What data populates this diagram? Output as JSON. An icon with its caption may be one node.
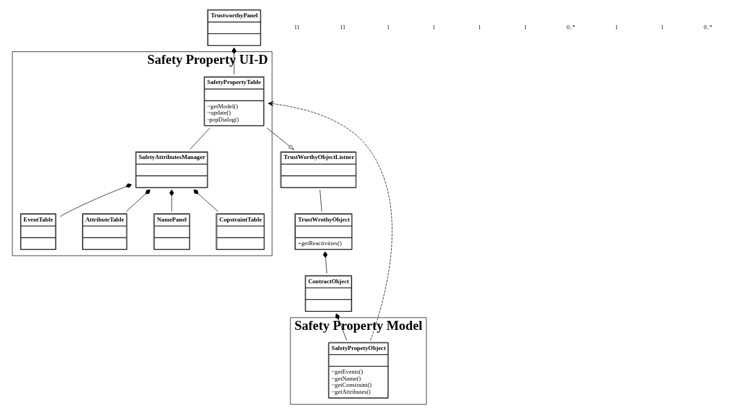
{
  "diagram": {
    "nodes": [
      {
        "text": [
          "Safety Property UI-D"
        ]
      },
      {
        "text": [
          "TrustworthyPanel"
        ]
      },
      {
        "text": [
          "SafetyPropertyTable",
          "~getModel()",
          "~update()",
          "-popDialog()"
        ],
        "in": 0
      },
      {
        "text": [
          "SafetyAttributesManager"
        ],
        "in": 0
      },
      {
        "text": [
          "EventTable"
        ],
        "in": 0
      },
      {
        "text": [
          "TrustWorthyObjectListner"
        ]
      },
      {
        "text": [
          "AttributeTable"
        ],
        "in": 0
      },
      {
        "text": [
          "NamePanel"
        ],
        "in": 0
      },
      {
        "text": [
          "CopstraintTable"
        ],
        "in": 0
      },
      {
        "text": [
          "TrustWrothyObject",
          "+getReactivities()"
        ]
      },
      {
        "text": [
          "Safety Property Model"
        ]
      },
      {
        "text": [
          "SafetyPropetyObject",
          "~getEvents()",
          "~getName()",
          "~getConstraint()",
          "~getAttributes()"
        ],
        "in": 10
      },
      {
        "text": [
          "ContractObject"
        ]
      }
    ],
    "edges": [
      {
        "from": 1,
        "to": 2,
        "arrow": "other"
      },
      {
        "from": 2,
        "to": 3,
        "arrow": "none"
      },
      {
        "from": 3,
        "to": 4,
        "arrow": "other"
      },
      {
        "from": 3,
        "to": 6,
        "arrow": "other"
      },
      {
        "from": 3,
        "to": 7,
        "arrow": "other"
      },
      {
        "from": 3,
        "to": 8,
        "arrow": "other"
      },
      {
        "from": 2,
        "to": 5,
        "arrow": "to"
      },
      {
        "from": 5,
        "to": 9,
        "arrow": "none"
      },
      {
        "from": 11,
        "to": 2,
        "arrow": "to",
        "style": "dashed"
      },
      {
        "from": 9,
        "to": 12,
        "arrow": "other"
      },
      {
        "from": 12,
        "to": 11,
        "arrow": "other"
      }
    ],
    "labels": [
      "11",
      "11",
      "1",
      "1",
      "1",
      "1",
      "0..*",
      "1",
      "1",
      "0..*"
    ]
  }
}
